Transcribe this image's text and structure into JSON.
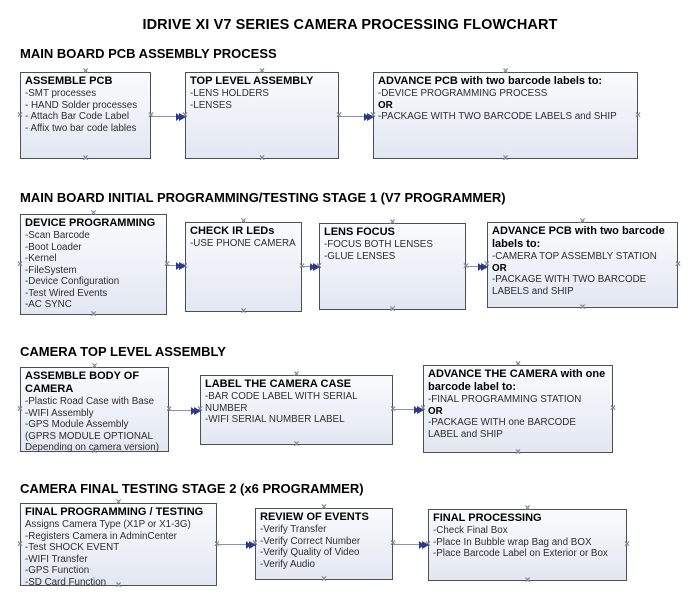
{
  "title": "IDRIVE XI V7 SERIES CAMERA PROCESSING FLOWCHART",
  "icons": {
    "connection_point_glyph": "×",
    "arrow_head": "solid-right-triangle"
  },
  "colors": {
    "box_fill_top": "#fafbfd",
    "box_fill_bottom": "#e2e7f2",
    "box_border": "#4b4f58",
    "arrow_line": "#8292c2",
    "arrow_head": "#2c3a8e",
    "connection_point": "#7f8894",
    "text": "#000000"
  },
  "sections": [
    {
      "heading": "MAIN BOARD PCB ASSEMBLY PROCESS",
      "boxes": [
        {
          "title": "ASSEMBLE PCB",
          "lines": [
            {
              "text": "-SMT processes",
              "bold": false
            },
            {
              "text": "- HAND Solder processes",
              "bold": false
            },
            {
              "text": "- Attach Bar Code Label",
              "bold": false
            },
            {
              "text": "- Affix two bar code lables",
              "bold": false
            }
          ]
        },
        {
          "title": "TOP LEVEL ASSEMBLY",
          "lines": [
            {
              "text": "-LENS HOLDERS",
              "bold": false
            },
            {
              "text": "-LENSES",
              "bold": false
            }
          ]
        },
        {
          "title": "ADVANCE PCB with two barcode labels to:",
          "lines": [
            {
              "text": "-DEVICE PROGRAMMING PROCESS",
              "bold": false
            },
            {
              "text": "OR",
              "bold": true
            },
            {
              "text": "-PACKAGE WITH TWO BARCODE LABELS and SHIP",
              "bold": false
            }
          ]
        }
      ]
    },
    {
      "heading": "MAIN BOARD INITIAL PROGRAMMING/TESTING STAGE 1 (V7 PROGRAMMER)",
      "boxes": [
        {
          "title": "DEVICE PROGRAMMING",
          "lines": [
            {
              "text": "-Scan Barcode",
              "bold": false
            },
            {
              "text": "-Boot Loader",
              "bold": false
            },
            {
              "text": "-Kernel",
              "bold": false
            },
            {
              "text": "-FileSystem",
              "bold": false
            },
            {
              "text": "-Device Configuration",
              "bold": false
            },
            {
              "text": "-Test Wired Events",
              "bold": false
            },
            {
              "text": "-AC SYNC",
              "bold": false
            }
          ]
        },
        {
          "title": "CHECK IR LEDs",
          "lines": [
            {
              "text": "-USE PHONE CAMERA",
              "bold": false
            }
          ]
        },
        {
          "title": "LENS FOCUS",
          "lines": [
            {
              "text": "-FOCUS BOTH LENSES",
              "bold": false
            },
            {
              "text": "-GLUE LENSES",
              "bold": false
            }
          ]
        },
        {
          "title": "ADVANCE PCB with two barcode labels to:",
          "lines": [
            {
              "text": "-CAMERA TOP ASSEMBLY STATION",
              "bold": false
            },
            {
              "text": "OR",
              "bold": true
            },
            {
              "text": "-PACKAGE WITH TWO BARCODE LABELS and SHIP",
              "bold": false
            }
          ]
        }
      ]
    },
    {
      "heading": "CAMERA TOP LEVEL ASSEMBLY",
      "boxes": [
        {
          "title": "ASSEMBLE BODY OF CAMERA",
          "lines": [
            {
              "text": "-Plastic Road Case with Base",
              "bold": false
            },
            {
              "text": "-WIFI Assembly",
              "bold": false
            },
            {
              "text": "-GPS Module Assembly",
              "bold": false
            },
            {
              "text": "(GPRS MODULE OPTIONAL",
              "bold": false
            },
            {
              "text": "Depending on camera version)",
              "bold": false
            }
          ]
        },
        {
          "title": "LABEL THE CAMERA CASE",
          "lines": [
            {
              "text": "-BAR CODE LABEL WITH SERIAL NUMBER",
              "bold": false
            },
            {
              "text": "-WIFI SERIAL NUMBER LABEL",
              "bold": false
            }
          ]
        },
        {
          "title": "ADVANCE THE CAMERA with one barcode label to:",
          "lines": [
            {
              "text": "-FINAL PROGRAMMING STATION",
              "bold": false
            },
            {
              "text": "OR",
              "bold": true
            },
            {
              "text": "-PACKAGE WITH one BARCODE LABEL and SHIP",
              "bold": false
            }
          ]
        }
      ]
    },
    {
      "heading": "CAMERA FINAL TESTING STAGE 2 (x6 PROGRAMMER)",
      "boxes": [
        {
          "title": "FINAL PROGRAMMING / TESTING",
          "lines": [
            {
              "text": "Assigns Camera Type (X1P or X1-3G)",
              "bold": false
            },
            {
              "text": "-Registers Camera in AdminCenter",
              "bold": false
            },
            {
              "text": "-Test SHOCK EVENT",
              "bold": false
            },
            {
              "text": "-WIFI Transfer",
              "bold": false
            },
            {
              "text": "-GPS Function",
              "bold": false
            },
            {
              "text": "-SD Card Function",
              "bold": false
            }
          ]
        },
        {
          "title": "REVIEW OF EVENTS",
          "lines": [
            {
              "text": "-Verify Transfer",
              "bold": false
            },
            {
              "text": "-Verify Correct Number",
              "bold": false
            },
            {
              "text": "-Verify Quality of Video",
              "bold": false
            },
            {
              "text": "-Verify Audio",
              "bold": false
            }
          ]
        },
        {
          "title": "FINAL PROCESSING",
          "lines": [
            {
              "text": "-Check Final Box",
              "bold": false
            },
            {
              "text": "-Place In Bubble wrap Bag and BOX",
              "bold": false
            },
            {
              "text": "-Place Barcode Label on Exterior or Box",
              "bold": false
            }
          ]
        }
      ]
    }
  ]
}
